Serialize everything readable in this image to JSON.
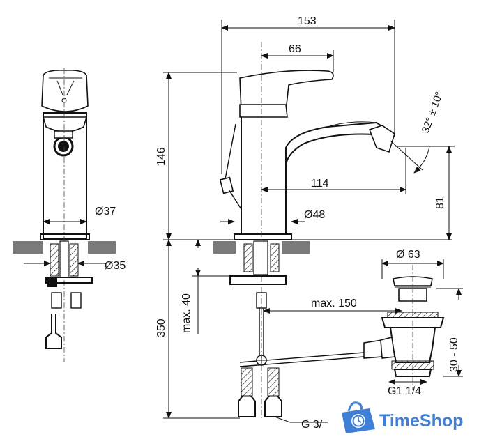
{
  "dimensions": {
    "overall_width": "153",
    "spout_to_lever": "66",
    "height": "146",
    "spout_reach": "114",
    "outlet_height": "81",
    "lever_angle": "32° ± 10°",
    "body_diameter": "Ø37",
    "base_diameter": "Ø48",
    "hole_diameter": "Ø35",
    "hose_length": "350",
    "deck_thickness": "max. 40",
    "rod_reach": "max. 150",
    "waste_diameter": "Ø 63",
    "waste_height": "30 - 50",
    "waste_thread": "G1 1/4",
    "hose_thread": "G 3/"
  },
  "watermark": {
    "text": "TimeShop",
    "color": "#3f7fd6"
  },
  "colors": {
    "line": "#111111",
    "counter": "#7a7a7a"
  }
}
